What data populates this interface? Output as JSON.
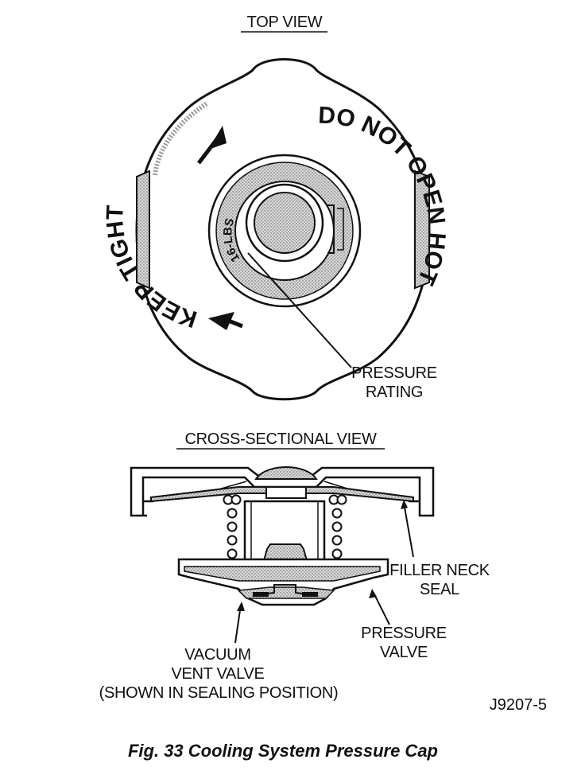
{
  "top_view": {
    "heading": "TOP VIEW",
    "cap_text_left": "KEEP TIGHT",
    "cap_text_right": "DO NOT OPEN HOT",
    "rating_text": "16-LBS",
    "callout_line1": "PRESSURE",
    "callout_line2": "RATING"
  },
  "cross_section": {
    "heading": "CROSS-SECTIONAL VIEW",
    "filler_neck_line1": "FILLER NECK",
    "filler_neck_line2": "SEAL",
    "pressure_valve_line1": "PRESSURE",
    "pressure_valve_line2": "VALVE",
    "vacuum_line1": "VACUUM",
    "vacuum_line2": "VENT VALVE",
    "vacuum_line3": "(SHOWN IN SEALING POSITION)"
  },
  "figure_code": "J9207-5",
  "caption": "Fig. 33 Cooling System Pressure Cap"
}
